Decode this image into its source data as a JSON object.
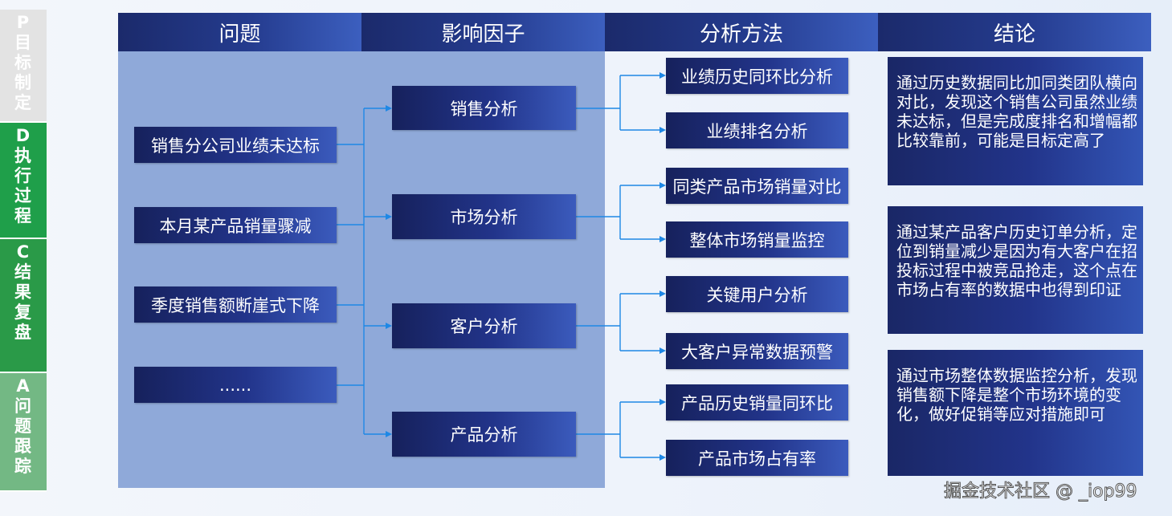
{
  "sidebar": [
    {
      "letter": "P",
      "label": "目标制定",
      "color": "#e3e3e3"
    },
    {
      "letter": "D",
      "label": "执行过程",
      "color": "#1f9f4a"
    },
    {
      "letter": "C",
      "label": "结果复盘",
      "color": "#2a9a48"
    },
    {
      "letter": "A",
      "label": "问题跟踪",
      "color": "#73b884"
    }
  ],
  "headers": {
    "problem": "问题",
    "factor": "影响因子",
    "method": "分析方法",
    "conclusion": "结论"
  },
  "problems": [
    "销售分公司业绩未达标",
    "本月某产品销量骤减",
    "季度销售额断崖式下降",
    "......"
  ],
  "factors": [
    "销售分析",
    "市场分析",
    "客户分析",
    "产品分析"
  ],
  "methods": [
    "业绩历史同环比分析",
    "业绩排名分析",
    "同类产品市场销量对比",
    "整体市场销量监控",
    "关键用户分析",
    "大客户异常数据预警",
    "产品历史销量同环比",
    "产品市场占有率"
  ],
  "conclusions": [
    "通过历史数据同比加同类团队横向对比，发现这个销售公司虽然业绩未达标，但是完成度排名和增幅都比较靠前，可能是目标定高了",
    "通过某产品客户历史订单分析，定位到销量减少是因为有大客户在招投标过程中被竞品抢走，这个点在市场占有率的数据中也得到印证",
    " 通过市场整体数据监控分析，发现销售额下降是整个市场环境的变化，做好促销等应对措施即可"
  ],
  "watermark": "掘金技术社区 @ _iop99",
  "colors": {
    "connector": "#1e88e5",
    "panel": "#8fa9d9",
    "box_dark": "#16215c",
    "box_light": "#3b5bbd"
  }
}
